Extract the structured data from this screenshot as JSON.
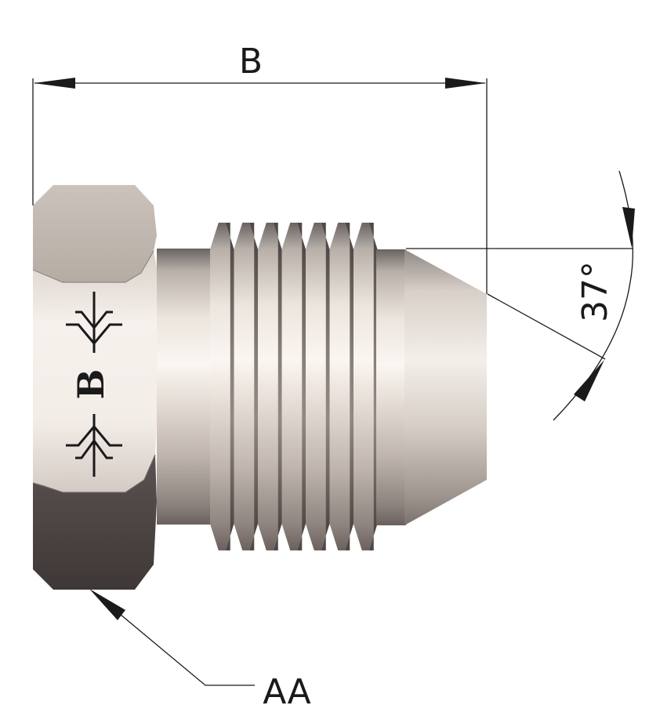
{
  "diagram": {
    "dimension_length_label": "B",
    "dimension_angle_label": "37°",
    "dimension_hex_label": "AA",
    "logo_letter": "B"
  },
  "colors": {
    "line": "#1a1a1a",
    "background": "#ffffff",
    "metal_light": "#f2ece6",
    "metal_mid": "#bdb5ae",
    "metal_dark": "#4a4341"
  }
}
